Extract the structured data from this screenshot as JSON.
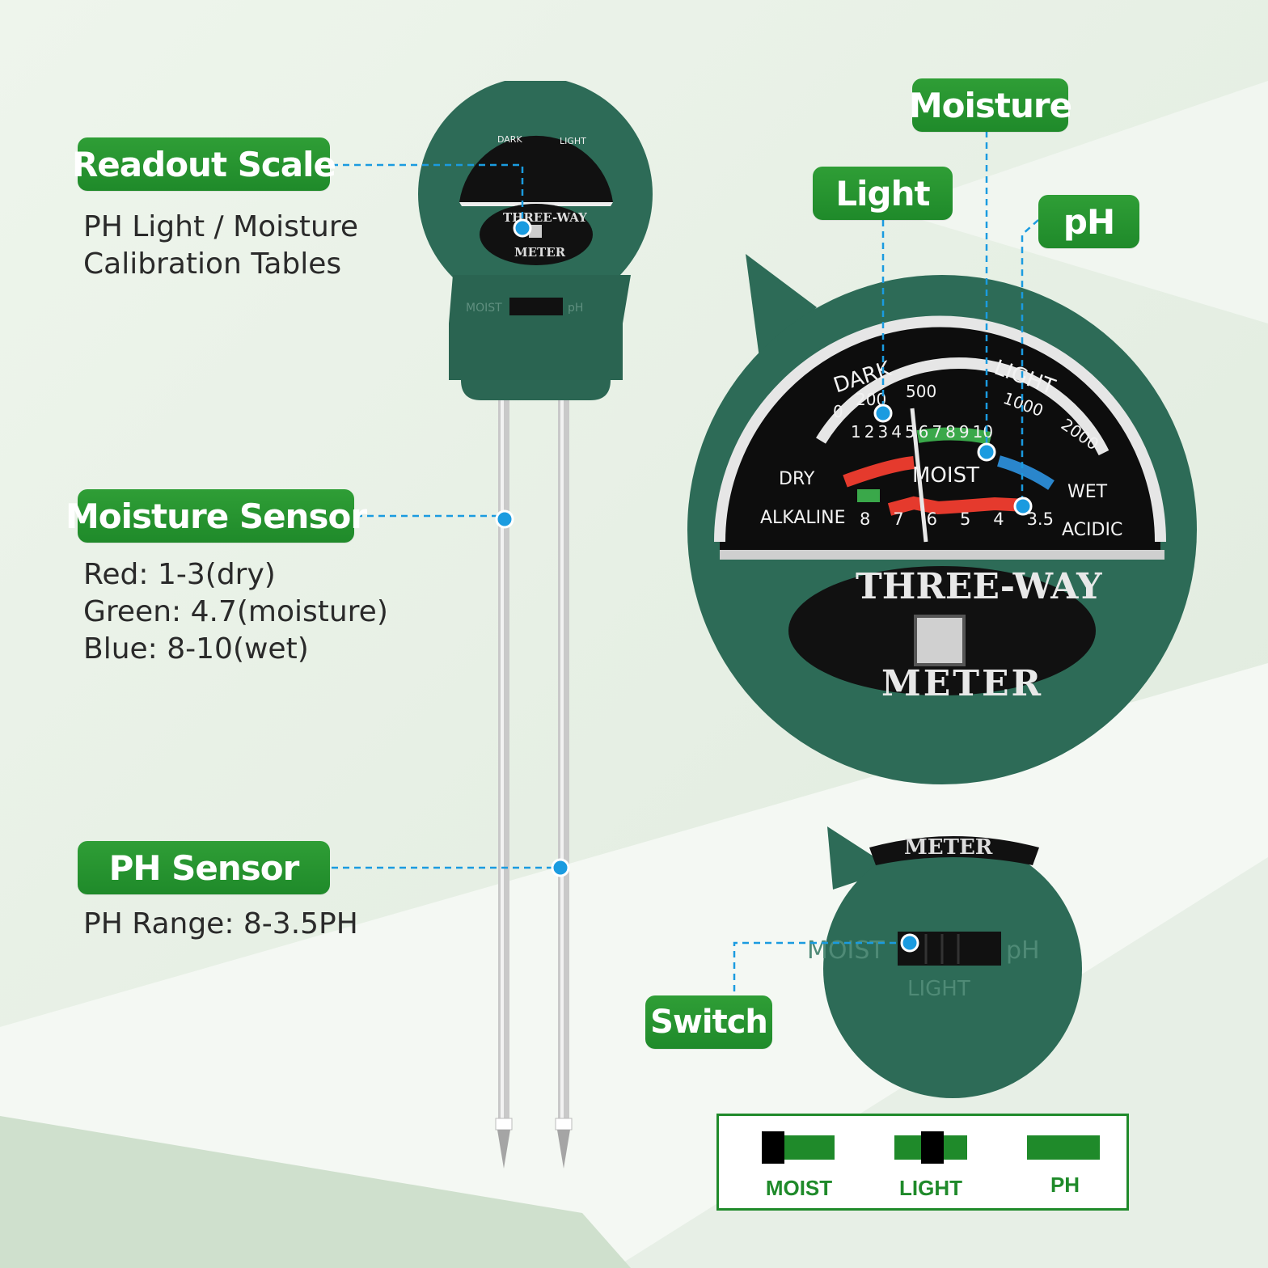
{
  "labels": {
    "readout_scale": "Readout Scale",
    "moisture_sensor": "Moisture Sensor",
    "ph_sensor": "PH Sensor",
    "moisture": "Moisture",
    "light": "Light",
    "ph": "pH",
    "switch": "Switch"
  },
  "descriptions": {
    "readout_scale": [
      "PH Light / Moisture",
      "Calibration Tables"
    ],
    "moisture_sensor": [
      "Red: 1-3(dry)",
      "Green: 4.7(moisture)",
      "Blue: 8-10(wet)"
    ],
    "ph_sensor": [
      "PH Range: 8-3.5PH"
    ]
  },
  "meter_dial": {
    "dark": "DARK",
    "light": "LIGHT",
    "light_ticks": [
      "0",
      "200",
      "500",
      "1000",
      "2000"
    ],
    "moist_ticks": [
      "1",
      "2",
      "3",
      "4",
      "5",
      "6",
      "7",
      "8",
      "9",
      "10"
    ],
    "dry": "DRY",
    "moist": "MOIST",
    "wet": "WET",
    "alkaline": "ALKALINE",
    "acidic": "ACIDIC",
    "ph_ticks": [
      "8",
      "7",
      "6",
      "5",
      "4",
      "3.5"
    ],
    "brand_top": "THREE-WAY",
    "brand_bottom": "METER"
  },
  "switch_panel": {
    "moist": "MOIST",
    "ph": "pH",
    "light": "LIGHT",
    "meter": "METER"
  },
  "legend": {
    "moist": "MOIST",
    "light": "LIGHT",
    "ph": "PH"
  },
  "colors": {
    "tag_green": "#1f8a2a",
    "meter_body": "#2d6b57",
    "leader_line": "#1a9be0"
  }
}
